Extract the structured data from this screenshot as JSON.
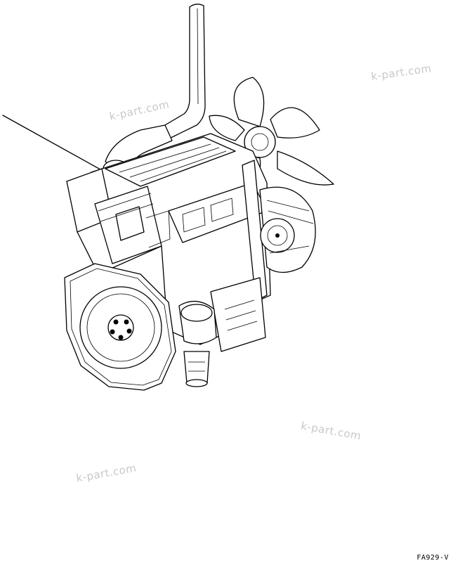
{
  "watermarks": [
    "k-part.com",
    "k-part.com",
    "k-part.com",
    "k-part.com"
  ],
  "figure_code": "FA929-V"
}
